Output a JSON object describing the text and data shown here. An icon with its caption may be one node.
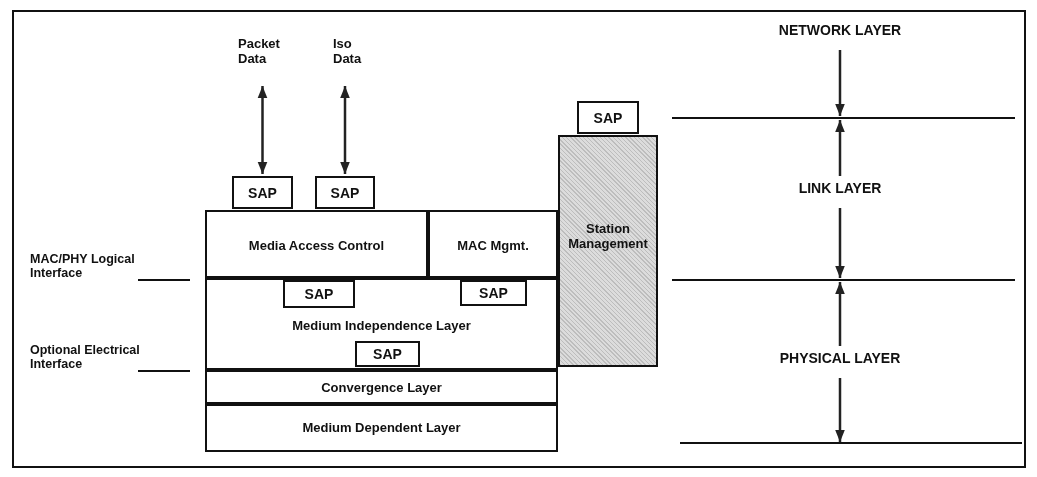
{
  "diagram": {
    "nodes": [
      {
        "text": [
          "Packet Data"
        ]
      },
      {
        "text": [
          "Iso Data"
        ]
      },
      {
        "text": [
          "Media Access Control"
        ]
      },
      {
        "text": [
          "SAP"
        ]
      },
      {
        "text": [
          "SAP"
        ]
      },
      {
        "text": [
          "MAC Mgmt."
        ]
      },
      {
        "text": [
          "Station Management"
        ]
      },
      {
        "text": [
          "SAP"
        ]
      },
      {
        "text": [
          "SAP"
        ],
        "in": 10
      },
      {
        "text": [
          "SAP"
        ],
        "in": 10
      },
      {
        "text": [
          "Medium Independence Layer"
        ]
      },
      {
        "text": [
          "SAP"
        ],
        "in": 10
      },
      {
        "text": [
          "Convergence Layer"
        ]
      },
      {
        "text": [
          "Medium Dependent Layer"
        ]
      },
      {
        "text": [
          "NETWORK LAYER"
        ]
      },
      {
        "text": [
          "LINK LAYER"
        ]
      },
      {
        "text": [
          "PHYSICAL LAYER"
        ]
      }
    ],
    "edges": [
      {
        "from": 0,
        "to": 3,
        "arrow": "both"
      },
      {
        "from": 1,
        "to": 4,
        "arrow": "both"
      },
      {
        "from": 14,
        "to": null,
        "arrow": "to"
      },
      {
        "from": 15,
        "to": null,
        "arrow": "to"
      },
      {
        "from": 15,
        "to": null,
        "arrow": "to"
      },
      {
        "from": 16,
        "to": null,
        "arrow": "to"
      },
      {
        "from": 16,
        "to": null,
        "arrow": "to"
      }
    ],
    "labels": [
      "MAC/PHY Logical Interface",
      "Optional Electrical Interface"
    ]
  }
}
